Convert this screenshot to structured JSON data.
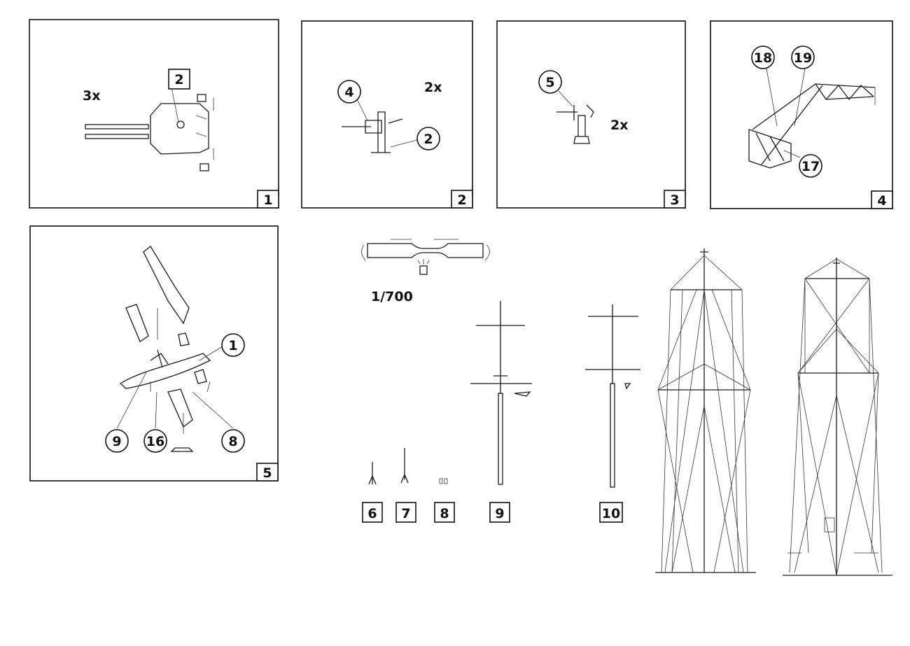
{
  "title_scale": "1/700",
  "panels": [
    {
      "step": "1",
      "quantity": "3x",
      "callouts": [
        "2"
      ]
    },
    {
      "step": "2",
      "quantity": "2x",
      "callouts": [
        "4",
        "2"
      ]
    },
    {
      "step": "3",
      "quantity": "2x",
      "callouts": [
        "5"
      ]
    },
    {
      "step": "4",
      "callouts": [
        "18",
        "19",
        "17"
      ]
    },
    {
      "step": "5",
      "callouts": [
        "1",
        "9",
        "16",
        "8"
      ]
    }
  ],
  "parts": [
    "6",
    "7",
    "8",
    "9",
    "10"
  ]
}
